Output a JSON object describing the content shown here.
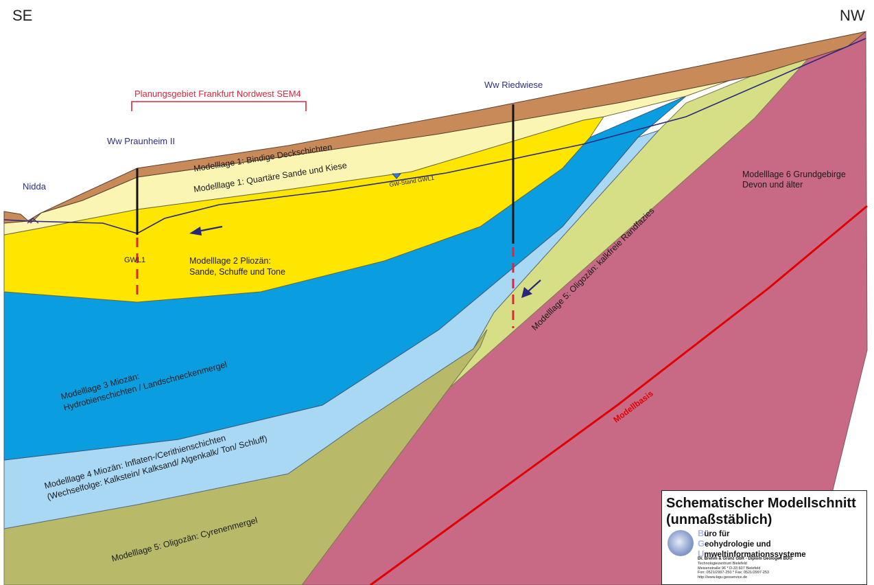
{
  "directions": {
    "left": "SE",
    "right": "NW"
  },
  "planning_area": "Planungsgebiet Frankfurt Nordwest SEM4",
  "wells": {
    "praunheim": "Ww Praunheim II",
    "riedwiese": "Ww Riedwiese"
  },
  "river": "Nidda",
  "aquifer_label": "GWL1",
  "groundwater_label": "GW-Stand GWL1",
  "layers": {
    "l1_cover": "Modelllage 1: Bindige Deckschichten",
    "l1_sands": "Modelllage 1: Quartäre Sande und Kiese",
    "l2_line1": "Modelllage 2 Pliozän:",
    "l2_line2": "Sande, Schuffe und Tone",
    "l3_line1": "Modelllage 3 Miozän:",
    "l3_line2": "Hydrobienschichten / Landschneckenmergel",
    "l4_line1": "Modelllage 4 Miozän: Inflaten-/Cerithienschichten",
    "l4_line2": "(Wechselfolge: Kalkstein/ Kalksand/ Algenkalk/ Ton/ Schluff)",
    "l5_cyrene": "Modelllage 5: Oligozän: Cyrenenmergel",
    "l5_margin": "Modelllage 5: Oligozän: kalkfreie Randfazies",
    "l6_line1": "Modelllage 6 Grundgebirge",
    "l6_line2": "Devon und älter"
  },
  "model_base": "Modellbasis",
  "title_block": {
    "title_line1": "Schematischer Modellschnitt",
    "title_line2": "(unmaßstäblich)",
    "org_line1_cap": "B",
    "org_line1_rest": "üro für",
    "org_line2_cap": "G",
    "org_line2_rest": "eohydrologie und",
    "org_line3_cap": "U",
    "org_line3_rest": "mweltinformationssysteme",
    "firm": "Dr. Brehm & Grünz GbR - Diplom Geologen BDG",
    "addr1": "Technologiezentrum Bielefeld",
    "addr2": "Meisenstraße 96 * D-33 607 Bielefeld",
    "addr3": "Fon: 0521/2997-250 * Fax: 0521/2997-253",
    "addr4": "http://www.bgu-geoservice.de"
  },
  "colors": {
    "cover": "#c98a5a",
    "sands_q": "#fbf5b4",
    "pliocene": "#ffe600",
    "miocene3": "#0a9ee0",
    "miocene4": "#a8d8f4",
    "cyrene": "#b8ba6a",
    "randfazies": "#d6df86",
    "basement": "#c86a86",
    "model_base": "#e00000",
    "water_line": "#28287a",
    "well_dashed": "#d8283c"
  }
}
